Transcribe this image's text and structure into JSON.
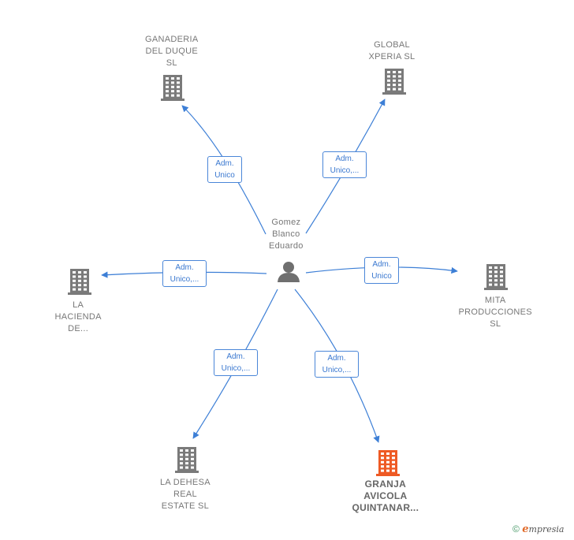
{
  "person": {
    "name_lines": [
      "Gomez",
      "Blanco",
      "Eduardo"
    ],
    "icon": "person-icon"
  },
  "companies": [
    {
      "id": "ganaderia",
      "name_lines": [
        "GANADERIA",
        "DEL DUQUE",
        "SL"
      ],
      "icon": "building-icon",
      "highlight": false
    },
    {
      "id": "global",
      "name_lines": [
        "GLOBAL",
        "XPERIA  SL"
      ],
      "icon": "building-icon",
      "highlight": false
    },
    {
      "id": "hacienda",
      "name_lines": [
        "LA",
        "HACIENDA",
        "DE..."
      ],
      "icon": "building-icon",
      "highlight": false
    },
    {
      "id": "mita",
      "name_lines": [
        "MITA",
        "PRODUCCIONES",
        "SL"
      ],
      "icon": "building-icon",
      "highlight": false
    },
    {
      "id": "dehesa",
      "name_lines": [
        "LA DEHESA",
        "REAL",
        "ESTATE  SL"
      ],
      "icon": "building-icon",
      "highlight": false
    },
    {
      "id": "granja",
      "name_lines": [
        "GRANJA",
        "AVICOLA",
        "QUINTANAR..."
      ],
      "icon": "building-icon",
      "highlight": true
    }
  ],
  "roles": [
    {
      "to": "ganaderia",
      "lines": [
        "Adm.",
        "Unico"
      ]
    },
    {
      "to": "global",
      "lines": [
        "Adm.",
        "Unico,..."
      ]
    },
    {
      "to": "hacienda",
      "lines": [
        "Adm.",
        "Unico,..."
      ]
    },
    {
      "to": "mita",
      "lines": [
        "Adm.",
        "Unico"
      ]
    },
    {
      "to": "dehesa",
      "lines": [
        "Adm.",
        "Unico,..."
      ]
    },
    {
      "to": "granja",
      "lines": [
        "Adm.",
        "Unico,..."
      ]
    }
  ],
  "colors": {
    "edge": "#3d7fd6",
    "building": "#7a7a7a",
    "building_highlight": "#ee5a24",
    "person": "#6f6f6f"
  },
  "footer": {
    "copyright": "©",
    "brand_initial": "e",
    "brand_rest": "mpresia"
  }
}
